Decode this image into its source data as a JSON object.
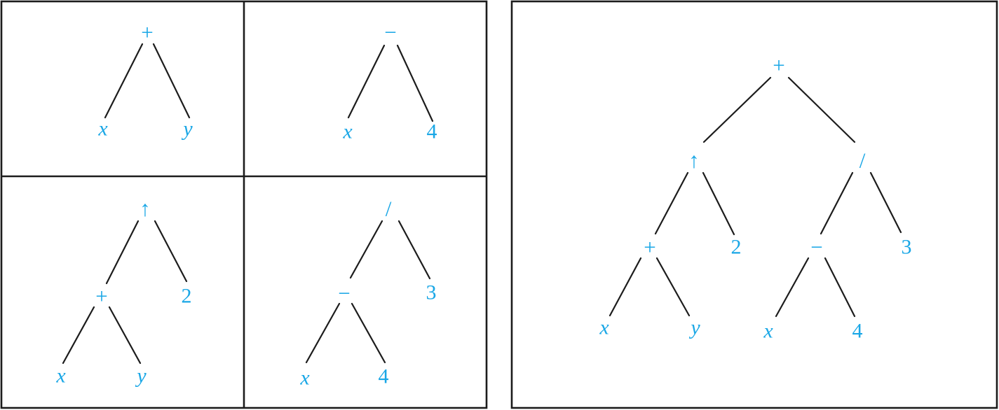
{
  "trees": [
    {
      "id": "tree-x-plus-y",
      "nodes": [
        {
          "id": "n1",
          "label": "+",
          "italic": false
        },
        {
          "id": "n2",
          "label": "x",
          "italic": true
        },
        {
          "id": "n3",
          "label": "y",
          "italic": true
        }
      ]
    },
    {
      "id": "tree-x-minus-4",
      "nodes": [
        {
          "id": "n1",
          "label": "−",
          "italic": false
        },
        {
          "id": "n2",
          "label": "x",
          "italic": true
        },
        {
          "id": "n3",
          "label": "4",
          "italic": false
        }
      ]
    },
    {
      "id": "tree-power-2",
      "nodes": [
        {
          "id": "n1",
          "label": "↑",
          "italic": false
        },
        {
          "id": "n2",
          "label": "+",
          "italic": false
        },
        {
          "id": "n3",
          "label": "2",
          "italic": false
        },
        {
          "id": "n4",
          "label": "x",
          "italic": true
        },
        {
          "id": "n5",
          "label": "y",
          "italic": true
        }
      ]
    },
    {
      "id": "tree-divide-3",
      "nodes": [
        {
          "id": "n1",
          "label": "/",
          "italic": false
        },
        {
          "id": "n2",
          "label": "−",
          "italic": false
        },
        {
          "id": "n3",
          "label": "3",
          "italic": false
        },
        {
          "id": "n4",
          "label": "x",
          "italic": true
        },
        {
          "id": "n5",
          "label": "4",
          "italic": false
        }
      ]
    },
    {
      "id": "tree-full-expression",
      "nodes": [
        {
          "id": "n1",
          "label": "+",
          "italic": false
        },
        {
          "id": "n2",
          "label": "↑",
          "italic": false
        },
        {
          "id": "n3",
          "label": "/",
          "italic": false
        },
        {
          "id": "n4",
          "label": "+",
          "italic": false
        },
        {
          "id": "n5",
          "label": "2",
          "italic": false
        },
        {
          "id": "n6",
          "label": "−",
          "italic": false
        },
        {
          "id": "n7",
          "label": "3",
          "italic": false
        },
        {
          "id": "n8",
          "label": "x",
          "italic": true
        },
        {
          "id": "n9",
          "label": "y",
          "italic": true
        },
        {
          "id": "n10",
          "label": "x",
          "italic": true
        },
        {
          "id": "n11",
          "label": "4",
          "italic": false
        }
      ]
    }
  ],
  "colors": {
    "node": "#1aa7e6",
    "edge": "#1c1c1c",
    "frame": "#1c1c1c"
  }
}
